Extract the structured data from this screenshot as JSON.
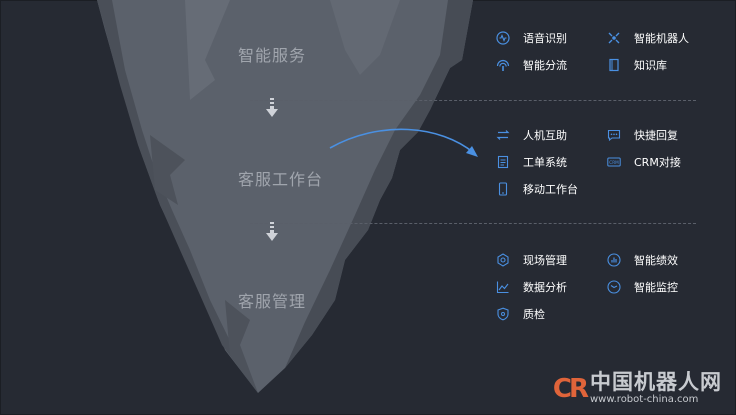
{
  "stages": [
    {
      "label": "智能服务"
    },
    {
      "label": "客服工作台"
    },
    {
      "label": "客服管理"
    }
  ],
  "features": {
    "group1": [
      {
        "label": "语音识别",
        "icon": "voice-wave-icon"
      },
      {
        "label": "智能机器人",
        "icon": "robot-icon"
      },
      {
        "label": "智能分流",
        "icon": "signal-icon"
      },
      {
        "label": "知识库",
        "icon": "book-icon"
      }
    ],
    "group2": [
      {
        "label": "人机互助",
        "icon": "swap-icon"
      },
      {
        "label": "快捷回复",
        "icon": "chat-icon"
      },
      {
        "label": "工单系统",
        "icon": "document-icon"
      },
      {
        "label": "CRM对接",
        "icon": "crm-icon"
      },
      {
        "label": "移动工作台",
        "icon": "mobile-icon"
      }
    ],
    "group3": [
      {
        "label": "现场管理",
        "icon": "gear-icon"
      },
      {
        "label": "智能绩效",
        "icon": "bar-chart-icon"
      },
      {
        "label": "数据分析",
        "icon": "line-chart-icon"
      },
      {
        "label": "智能监控",
        "icon": "monitor-icon"
      },
      {
        "label": "质检",
        "icon": "shield-icon"
      }
    ]
  },
  "watermark": {
    "logo": "CR",
    "name": "中国机器人网",
    "url": "www.robot-china.com"
  },
  "colors": {
    "background": "#262a33",
    "funnel_light": "#5b616b",
    "funnel_dark": "#3d424b",
    "accent": "#4a90e2",
    "divider": "#5a5f69"
  }
}
